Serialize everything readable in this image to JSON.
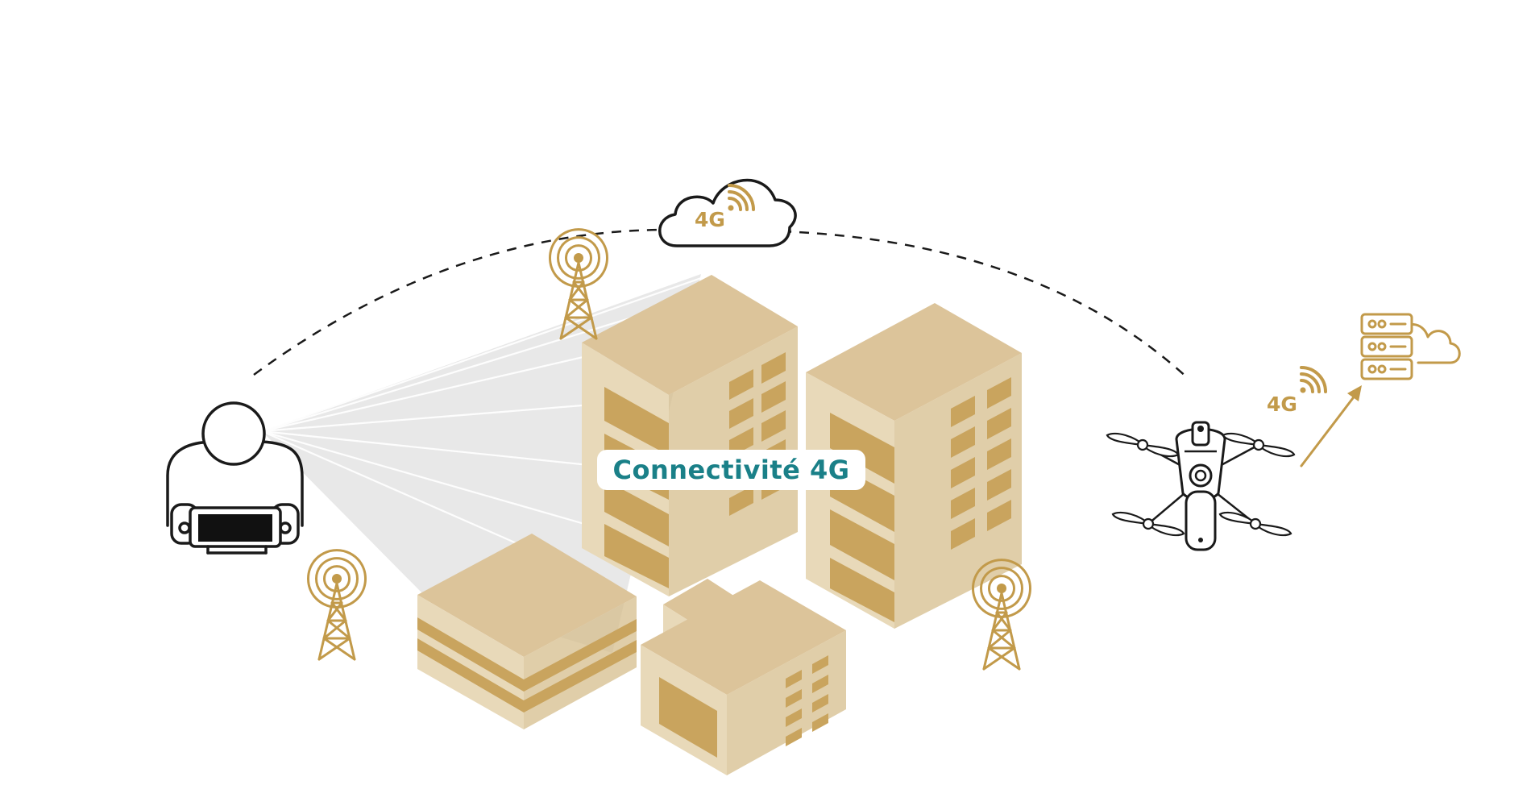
{
  "colors": {
    "gold": "#c29a4a",
    "building_top": "#dcc49a",
    "building_left": "#e8d9b9",
    "building_right": "#d6bd8c",
    "window": "#c9a45e",
    "label_text": "#1a8088",
    "beam": "#e6e6e6",
    "line": "#1a1a1a"
  },
  "cloud": {
    "label": "4G",
    "icon": "cloud-icon"
  },
  "center_label": "Connectivité 4G",
  "uplink": {
    "label": "4G",
    "icon": "arrow-up-right-icon"
  },
  "server": {
    "icon": "server-cloud-icon"
  },
  "operator": {
    "icon": "operator-controller-icon"
  },
  "drone": {
    "icon": "drone-icon"
  },
  "towers": [
    {
      "icon": "cell-tower-icon"
    },
    {
      "icon": "cell-tower-icon"
    },
    {
      "icon": "cell-tower-icon"
    }
  ]
}
